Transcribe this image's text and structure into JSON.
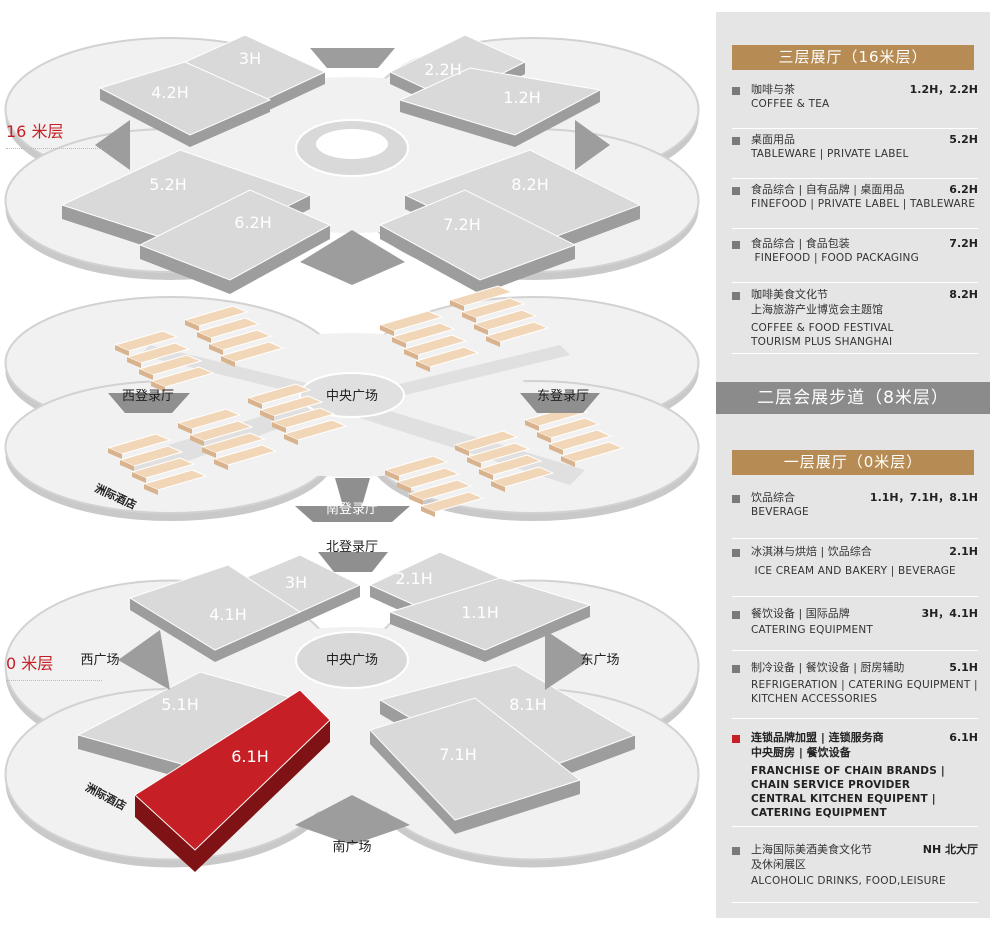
{
  "floors": {
    "top": "16 米层",
    "bottom": "0 米层"
  },
  "halls_top": [
    "3H",
    "4.2H",
    "2.2H",
    "1.2H",
    "5.2H",
    "6.2H",
    "8.2H",
    "7.2H"
  ],
  "halls_bottom": [
    "3H",
    "4.1H",
    "2.1H",
    "1.1H",
    "5.1H",
    "6.1H",
    "8.1H",
    "7.1H"
  ],
  "mid_labels": {
    "west": "西登录厅",
    "east": "东登录厅",
    "center": "中央广场",
    "south": "南登录厅",
    "hotel": "洲际酒店"
  },
  "bottom_labels": {
    "north": "北登录厅",
    "west": "西广场",
    "east": "东广场",
    "center": "中央广场",
    "south": "南广场",
    "hotel": "洲际酒店"
  },
  "panel": {
    "sec1": "三层展厅（16米层）",
    "sec2": "二层会展步道（8米层）",
    "sec3": "一层展厅（0米层）",
    "entries1": [
      {
        "cn": "咖啡与茶",
        "en": "COFFEE & TEA",
        "hall": "1.2H，2.2H"
      },
      {
        "cn": "桌面用品",
        "en": "TABLEWARE | PRIVATE LABEL",
        "hall": "5.2H"
      },
      {
        "cn": "食品综合 | 自有品牌 | 桌面用品",
        "en": "FINEFOOD | PRIVATE LABEL | TABLEWARE",
        "hall": "6.2H"
      },
      {
        "cn": "食品综合 | 食品包装",
        "en": " FINEFOOD | FOOD PACKAGING",
        "hall": "7.2H"
      },
      {
        "cn": "咖啡美食文化节\n上海旅游产业博览会主题馆",
        "en": "COFFEE & FOOD FESTIVAL\nTOURISM PLUS SHANGHAI",
        "hall": "8.2H"
      }
    ],
    "entries3": [
      {
        "cn": "饮品综合",
        "en": "BEVERAGE",
        "hall": "1.1H，7.1H，8.1H"
      },
      {
        "cn": "冰淇淋与烘焙 | 饮品综合",
        "en": " ICE CREAM AND BAKERY | BEVERAGE",
        "hall": "2.1H"
      },
      {
        "cn": "餐饮设备 | 国际品牌",
        "en": "CATERING EQUIPMENT",
        "hall": "3H，4.1H"
      },
      {
        "cn": "制冷设备 | 餐饮设备 | 厨房辅助",
        "en": "REFRIGERATION | CATERING EQUIPMENT |\nKITCHEN ACCESSORIES",
        "hall": "5.1H"
      },
      {
        "cn": "连锁品牌加盟 | 连锁服务商\n中央厨房 | 餐饮设备",
        "en": "FRANCHISE OF CHAIN BRANDS |\nCHAIN SERVICE PROVIDER\nCENTRAL KITCHEN EQUIPENT |\nCATERING EQUIPMENT",
        "hall": "6.1H"
      },
      {
        "cn": "上海国际美酒美食文化节\n及休闲展区",
        "en": "ALCOHOLIC DRINKS, FOOD,LEISURE",
        "hall": "NH 北大厅"
      }
    ]
  },
  "colors": {
    "hall": "#d9d9d9",
    "hall_side": "#9d9d9d",
    "base": "#f1f1f1",
    "base_edge": "#c9c9c9",
    "booth": "#f2d6b8",
    "highlight": "#c62026",
    "highlight_side": "#7e1214",
    "accent": "#b68c54"
  }
}
